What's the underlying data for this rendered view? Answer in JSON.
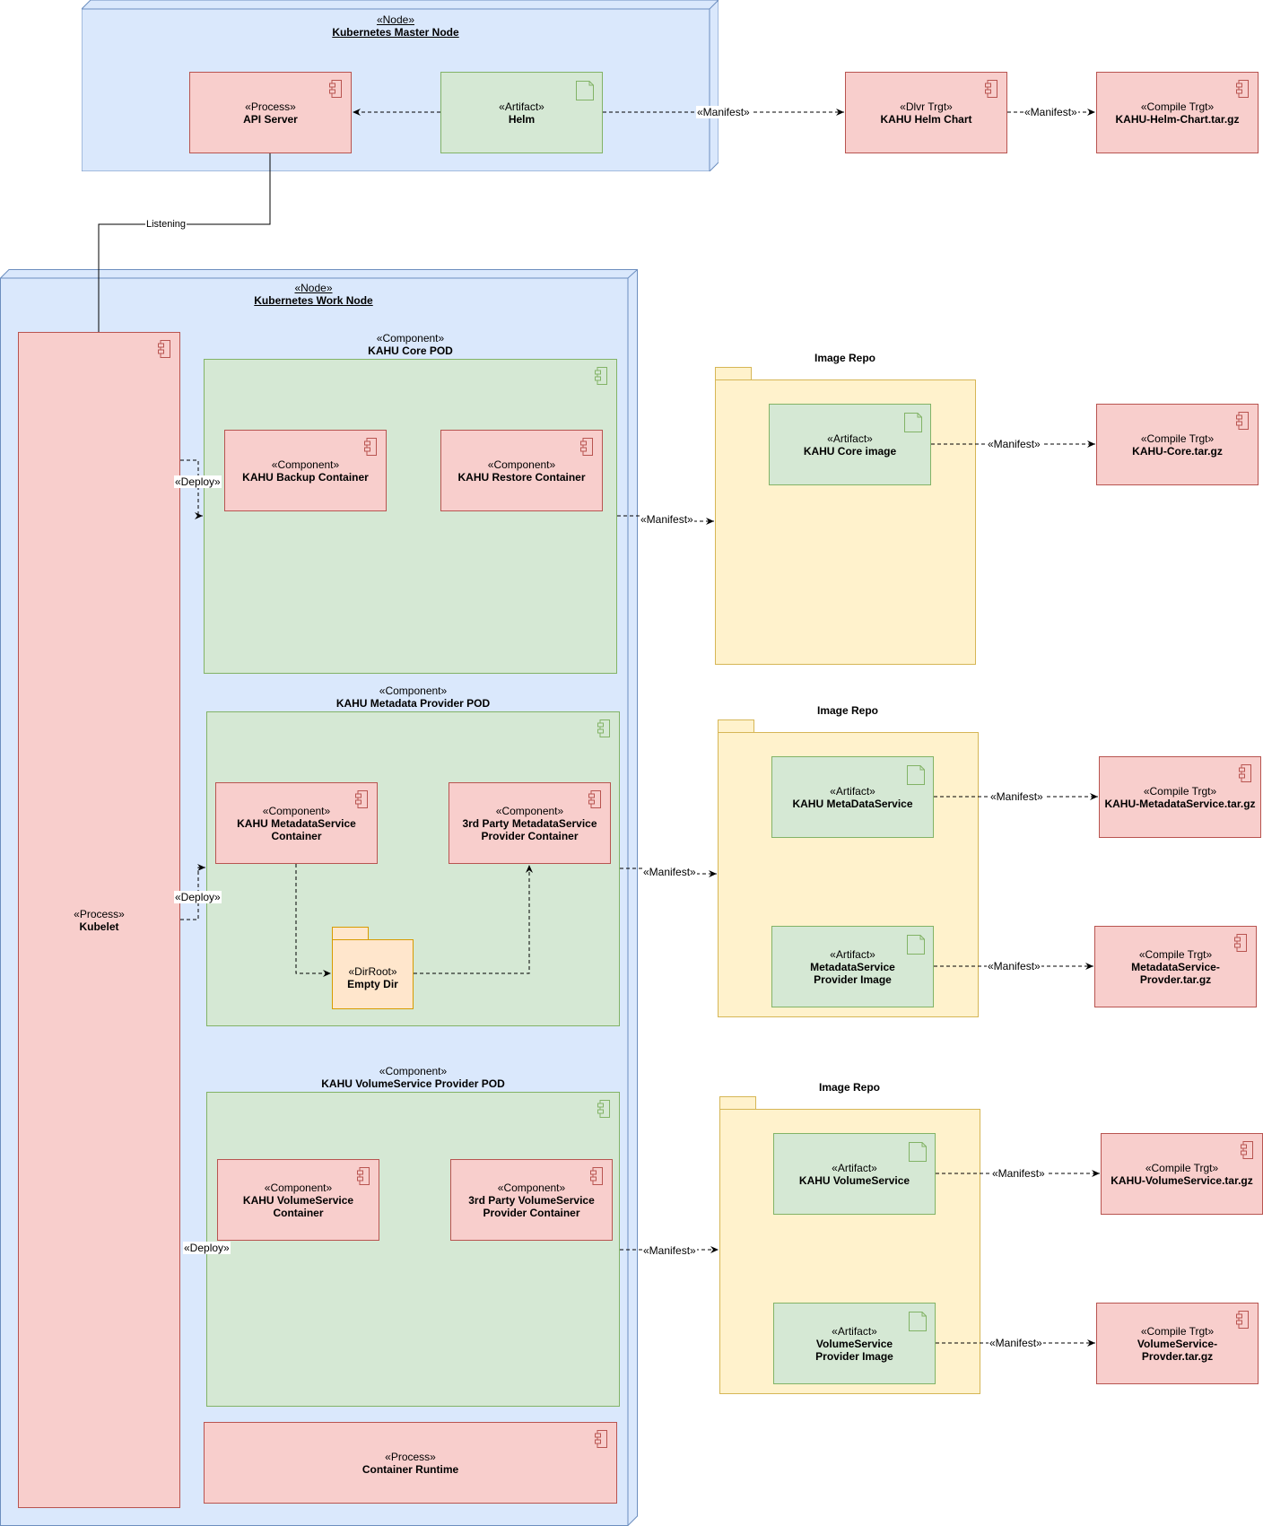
{
  "master_node": {
    "stereotype": "«Node»",
    "name": "Kubernetes Master Node"
  },
  "work_node": {
    "stereotype": "«Node»",
    "name": "Kubernetes Work Node"
  },
  "api_server": {
    "stereotype": "«Process»",
    "name": "API Server"
  },
  "helm": {
    "stereotype": "«Artifact»",
    "name": "Helm"
  },
  "helm_chart": {
    "stereotype": "«Dlvr Trgt»",
    "name": "KAHU Helm Chart"
  },
  "helm_tar": {
    "stereotype": "«Compile Trgt»",
    "name": "KAHU-Helm-Chart.tar.gz"
  },
  "kubelet": {
    "stereotype": "«Process»",
    "name": "Kubelet"
  },
  "core_pod": {
    "stereotype": "«Component»",
    "name": "KAHU Core POD"
  },
  "backup_container": {
    "stereotype": "«Component»",
    "name": "KAHU Backup Container"
  },
  "restore_container": {
    "stereotype": "«Component»",
    "name": "KAHU Restore Container"
  },
  "metadata_pod": {
    "stereotype": "«Component»",
    "name": "KAHU Metadata Provider POD"
  },
  "metadata_container": {
    "stereotype": "«Component»",
    "name_line1": "KAHU MetadataService",
    "name_line2": "Container"
  },
  "metadata_3rd_container": {
    "stereotype": "«Component»",
    "name_line1": "3rd Party MetadataService",
    "name_line2": "Provider Container"
  },
  "empty_dir": {
    "stereotype": "«DirRoot»",
    "name": "Empty Dir"
  },
  "volume_pod": {
    "stereotype": "«Component»",
    "name": "KAHU VolumeService Provider POD"
  },
  "volume_container": {
    "stereotype": "«Component»",
    "name_line1": "KAHU VolumeService",
    "name_line2": "Container"
  },
  "volume_3rd_container": {
    "stereotype": "«Component»",
    "name_line1": "3rd Party VolumeService",
    "name_line2": "Provider Container"
  },
  "container_runtime": {
    "stereotype": "«Process»",
    "name": "Container Runtime"
  },
  "repos": [
    {
      "title": "Image Repo",
      "artifacts": [
        {
          "stereotype": "«Artifact»",
          "name_line1": "KAHU Core image",
          "name_line2": ""
        }
      ],
      "targets": [
        {
          "stereotype": "«Compile Trgt»",
          "name_line1": "KAHU-Core.tar.gz",
          "name_line2": ""
        }
      ]
    },
    {
      "title": "Image Repo",
      "artifacts": [
        {
          "stereotype": "«Artifact»",
          "name_line1": "KAHU MetaDataService",
          "name_line2": ""
        },
        {
          "stereotype": "«Artifact»",
          "name_line1": "MetadataService",
          "name_line2": "Provider Image"
        }
      ],
      "targets": [
        {
          "stereotype": "«Compile Trgt»",
          "name_line1": "KAHU-MetadataService.tar.gz",
          "name_line2": ""
        },
        {
          "stereotype": "«Compile Trgt»",
          "name_line1": "MetadataService-",
          "name_line2": "Provder.tar.gz"
        }
      ]
    },
    {
      "title": "Image Repo",
      "artifacts": [
        {
          "stereotype": "«Artifact»",
          "name_line1": "KAHU VolumeService",
          "name_line2": ""
        },
        {
          "stereotype": "«Artifact»",
          "name_line1": "VolumeService",
          "name_line2": "Provider Image"
        }
      ],
      "targets": [
        {
          "stereotype": "«Compile Trgt»",
          "name_line1": "KAHU-VolumeService.tar.gz",
          "name_line2": ""
        },
        {
          "stereotype": "«Compile Trgt»",
          "name_line1": "VolumeService-",
          "name_line2": "Provder.tar.gz"
        }
      ]
    }
  ],
  "edge_labels": {
    "manifest": "«Manifest»",
    "deploy": "«Deploy»",
    "listening": "Listening"
  }
}
